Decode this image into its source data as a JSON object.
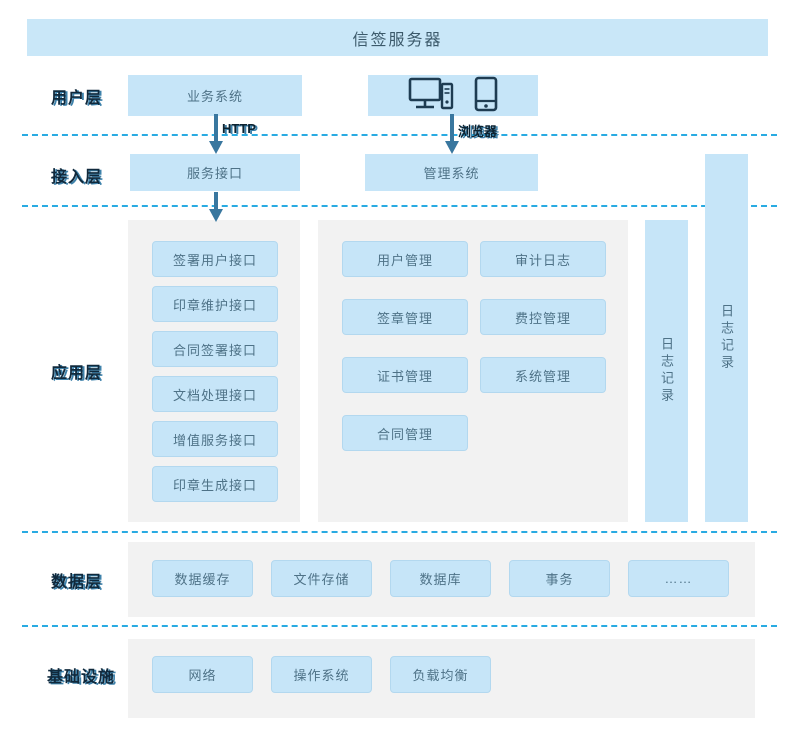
{
  "title": "信签服务器",
  "connections": {
    "http_label": "HTTP",
    "browser_label": "浏览器"
  },
  "layers": {
    "user": {
      "label": "用户层",
      "business_system": "业务系统",
      "device_icons": [
        "desktop-computer-icon",
        "smartphone-icon"
      ]
    },
    "access": {
      "label": "接入层",
      "service_interface": "服务接口",
      "management_system": "管理系统"
    },
    "application": {
      "label": "应用层",
      "interfaces": [
        "签署用户接口",
        "印章维护接口",
        "合同签署接口",
        "文档处理接口",
        "增值服务接口",
        "印章生成接口"
      ],
      "modules": [
        "用户管理",
        "审计日志",
        "签章管理",
        "费控管理",
        "证书管理",
        "系统管理",
        "合同管理"
      ],
      "log_bar_inner": "日志记录",
      "log_bar_outer": "日志记录"
    },
    "data": {
      "label": "数据层",
      "components": [
        "数据缓存",
        "文件存储",
        "数据库",
        "事务",
        "……"
      ]
    },
    "infrastructure": {
      "label": "基础设施",
      "components": [
        "网络",
        "操作系统",
        "负载均衡"
      ]
    }
  },
  "colors": {
    "box_fill": "#c6e5f8",
    "panel_fill": "#f2f2f2",
    "dashed_line": "#29abe2",
    "arrow": "#39779f",
    "box_text": "#4e7287",
    "label_text": "#10293c"
  }
}
